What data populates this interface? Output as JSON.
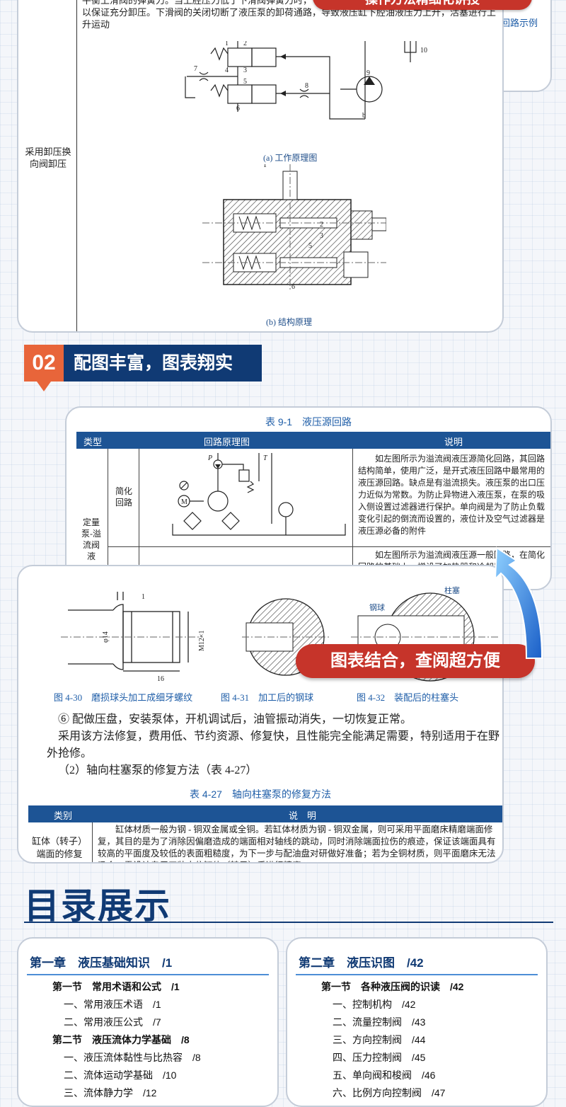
{
  "section1": {
    "banner": "操作方法精细化讲授",
    "body_lines": [
      "平衡上滑阀的弹簧力。当上腔压力低于下滑阀弹簧力时，下",
      "以保证充分卸压。下滑阀的关闭切断了液压泵的卸荷通路，导致液压缸下腔油液压力上升，活塞进行上",
      "升运动"
    ],
    "back_text": "回路示例",
    "row_label": "采用卸压换向阀卸压",
    "caption_a": "(a) 工作原理图",
    "caption_b": "(b) 结构原理",
    "diagram_labels": [
      "1",
      "2",
      "3",
      "4",
      "5",
      "6",
      "7",
      "8",
      "9",
      "10",
      "a",
      "b",
      "4",
      "1",
      "8",
      "2",
      "3",
      "5",
      "6"
    ]
  },
  "section2": {
    "number": "02",
    "title": "配图丰富，图表翔实"
  },
  "table91": {
    "title": "表 9-1　液压源回路",
    "headers": [
      "类型",
      "回路原理图",
      "说明"
    ],
    "type_label": "定量泵-溢流阀液",
    "sub_label": "简化回路",
    "diagram_labels": [
      "P",
      "T",
      "M"
    ],
    "desc1": "如左图所示为溢流阀液压源简化回路，其回路结构简单，使用广泛，是开式液压回路中最常用的液压源回路。缺点是有溢流损失。液压泵的出口压力近似为常数。为防止异物进入液压泵，在泵的吸入侧设置过滤器进行保护。单向阀是为了防止负载变化引起的倒流而设置的，液位计及空气过滤器是液压源必备的附件",
    "desc2": "如左图所示为溢流阀液压源一般回路，在简化回路的基础上，增设了加热器和冷却器等"
  },
  "card3": {
    "figure_labels": [
      "1",
      "φ14",
      "M12×1",
      "16",
      "钢球",
      "柱塞"
    ],
    "captions": [
      "图 4-30　磨损球头加工成细牙螺纹",
      "图 4-31　加工后的钢球",
      "图 4-32　装配后的柱塞头"
    ],
    "para_lines": [
      "⑥ 配做压盘，安装泵体，开机调试后，油管振动消失，一切恢复正常。",
      "采用该方法修复，费用低、节约资源、修复快，且性能完全能满足需要，特别适用于在野外抢修。",
      "（2）轴向柱塞泵的修复方法（表 4-27）"
    ],
    "table_title": "表 4-27　轴向柱塞泵的修复方法",
    "table_headers": [
      "类别",
      "说　明"
    ],
    "row_label": "缸体（转子）端面的修复",
    "row_desc": "缸体材质一般为钢 - 铜双金属或全铜。若缸体材质为钢 - 铜双金属，则可采用平面磨床精磨端面修复，其目的是为了消除因偏磨造成的端面相对轴线的跳动，同时消除端面拉伤的痕迹，保证该端面具有较高的平面度及较低的表面粗糙度，为下一步与配油盘对研做好准备；若为全铜材质，则平面磨床无法吸合，需设计专用工装夹住缸体（转子）后进行精磨"
  },
  "badge2": "图表结合，查阅超方便",
  "toc": {
    "title": "目录展示",
    "chapters": [
      {
        "heading": "第一章　液压基础知识　/1",
        "items": [
          {
            "text": "第一节　常用术语和公式　/1",
            "sec": true
          },
          {
            "text": "一、常用液压术语　/1",
            "sec": false
          },
          {
            "text": "二、常用液压公式　/7",
            "sec": false
          },
          {
            "text": "第二节　液压流体力学基础　/8",
            "sec": true
          },
          {
            "text": "一、液压流体黏性与比热容　/8",
            "sec": false
          },
          {
            "text": "二、流体运动学基础　/10",
            "sec": false
          },
          {
            "text": "三、流体静力学　/12",
            "sec": false
          }
        ]
      },
      {
        "heading": "第二章　液压识图　/42",
        "items": [
          {
            "text": "第一节　各种液压阀的识读　/42",
            "sec": true
          },
          {
            "text": "一、控制机构　/42",
            "sec": false
          },
          {
            "text": "二、流量控制阀　/43",
            "sec": false
          },
          {
            "text": "三、方向控制阀　/44",
            "sec": false
          },
          {
            "text": "四、压力控制阀　/45",
            "sec": false
          },
          {
            "text": "五、单向阀和梭阀　/46",
            "sec": false
          },
          {
            "text": "六、比例方向控制阀　/47",
            "sec": false
          }
        ]
      }
    ]
  },
  "colors": {
    "navy": "#103a74",
    "blue": "#1d5495",
    "red": "#c6342a",
    "orange": "#e8653a",
    "caption_blue": "#1f5ea8"
  }
}
